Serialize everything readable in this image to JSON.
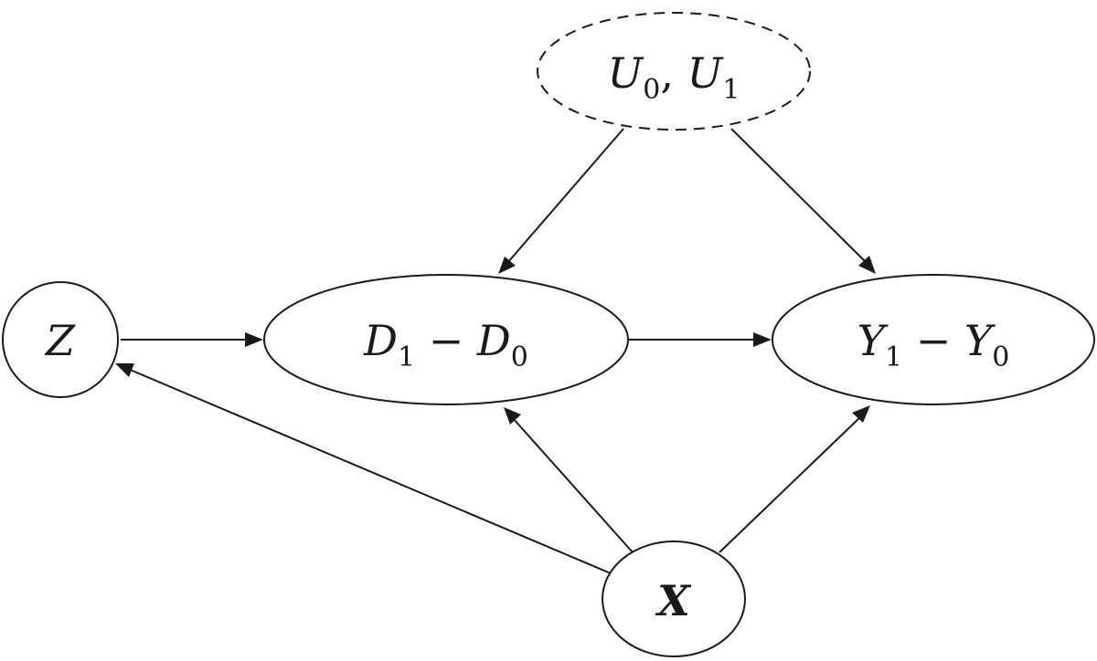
{
  "nodes": {
    "u": {
      "main": "U",
      "sub": "0",
      "sep": ", ",
      "main2": "U",
      "sub2": "1",
      "dashed": true
    },
    "z": {
      "main": "Z"
    },
    "d": {
      "main": "D",
      "sub": "1",
      "op": " − ",
      "main2": "D",
      "sub2": "0"
    },
    "y": {
      "main": "Y",
      "sub": "1",
      "op": " − ",
      "main2": "Y",
      "sub2": "0"
    },
    "x": {
      "main": "X",
      "bold": true
    }
  },
  "edges": [
    {
      "from": "u",
      "to": "d"
    },
    {
      "from": "u",
      "to": "y"
    },
    {
      "from": "z",
      "to": "d"
    },
    {
      "from": "d",
      "to": "y"
    },
    {
      "from": "x",
      "to": "z"
    },
    {
      "from": "x",
      "to": "d"
    },
    {
      "from": "x",
      "to": "y"
    }
  ],
  "colors": {
    "stroke": "#1a1a1a",
    "background": "#ffffff"
  }
}
